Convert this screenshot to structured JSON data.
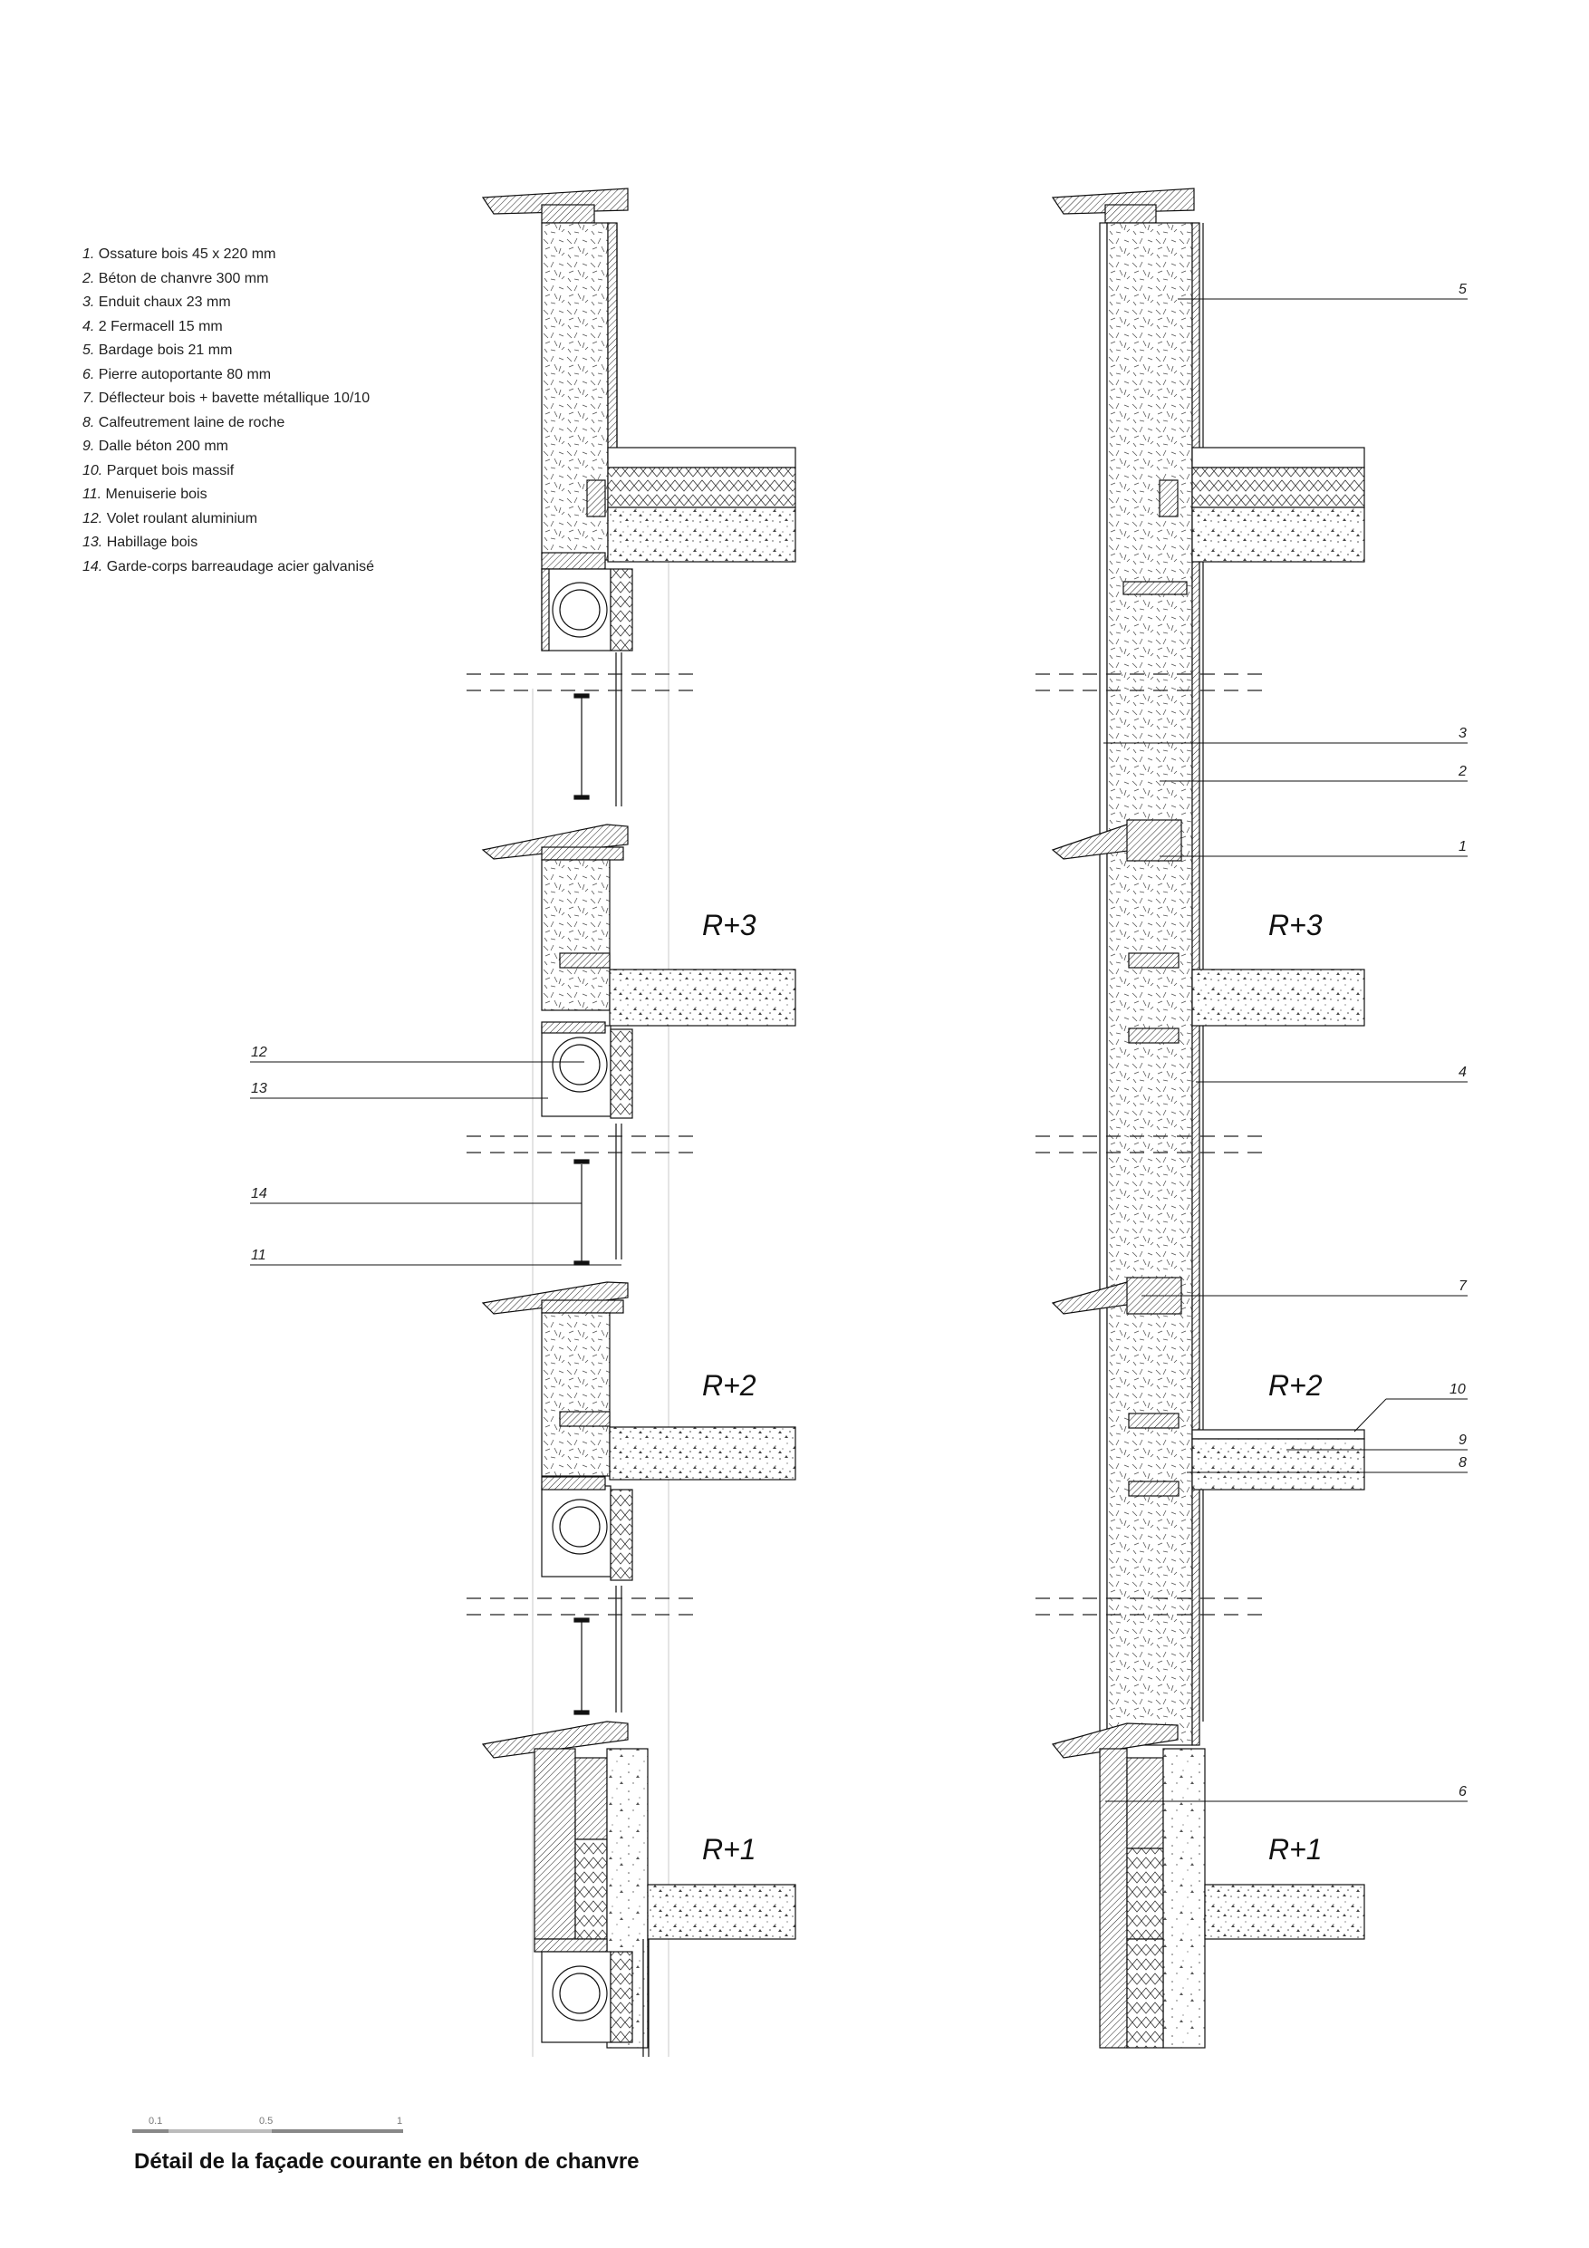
{
  "legend": [
    {
      "num": "1.",
      "text": "Ossature bois 45 x 220 mm"
    },
    {
      "num": "2.",
      "text": "Béton de chanvre 300 mm"
    },
    {
      "num": "3.",
      "text": "Enduit chaux 23 mm"
    },
    {
      "num": "4.",
      "text": "2 Fermacell 15 mm"
    },
    {
      "num": "5.",
      "text": "Bardage bois 21 mm"
    },
    {
      "num": "6.",
      "text": "Pierre autoportante 80 mm"
    },
    {
      "num": "7.",
      "text": "Déflecteur bois + bavette métallique 10/10"
    },
    {
      "num": "8.",
      "text": "Calfeutrement laine de roche"
    },
    {
      "num": "9.",
      "text": "Dalle béton 200 mm"
    },
    {
      "num": "10.",
      "text": "Parquet bois massif"
    },
    {
      "num": "11.",
      "text": "Menuiserie bois"
    },
    {
      "num": "12.",
      "text": "Volet roulant aluminium"
    },
    {
      "num": "13.",
      "text": "Habillage bois"
    },
    {
      "num": "14.",
      "text": "Garde-corps barreaudage acier galvanisé"
    }
  ],
  "levels": [
    "R+3",
    "R+2",
    "R+1"
  ],
  "left_callouts": [
    "12",
    "13",
    "14",
    "11"
  ],
  "right_callouts": [
    "5",
    "3",
    "2",
    "1",
    "4",
    "7",
    "10",
    "9",
    "8",
    "6"
  ],
  "scale": {
    "labels": [
      "0.1",
      "0.5",
      "1"
    ]
  },
  "title": "Détail de la façade courante en béton de chanvre"
}
